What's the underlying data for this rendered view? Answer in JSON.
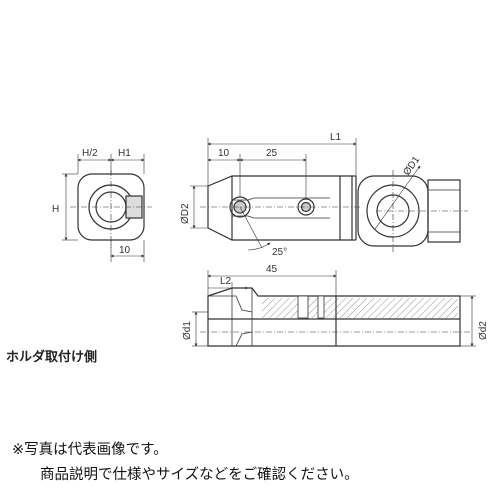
{
  "drawing": {
    "front_view": {
      "label_h_half": "H/2",
      "label_h1": "H1",
      "label_h": "H",
      "label_10": "10"
    },
    "top_view": {
      "label_l1": "L1",
      "label_10": "10",
      "label_25": "25",
      "label_d2": "ØD2",
      "label_angle": "25°",
      "label_d1": "ØD1"
    },
    "section_view": {
      "label_45": "45",
      "label_l2": "L2",
      "label_d1": "Ød1",
      "label_d2": "Ød2"
    },
    "holder_side_label": "ホルダ取付け側"
  },
  "notes": {
    "line1": "※写真は代表画像です。",
    "line2": "商品説明で仕様やサイズなどをご確認ください。"
  }
}
